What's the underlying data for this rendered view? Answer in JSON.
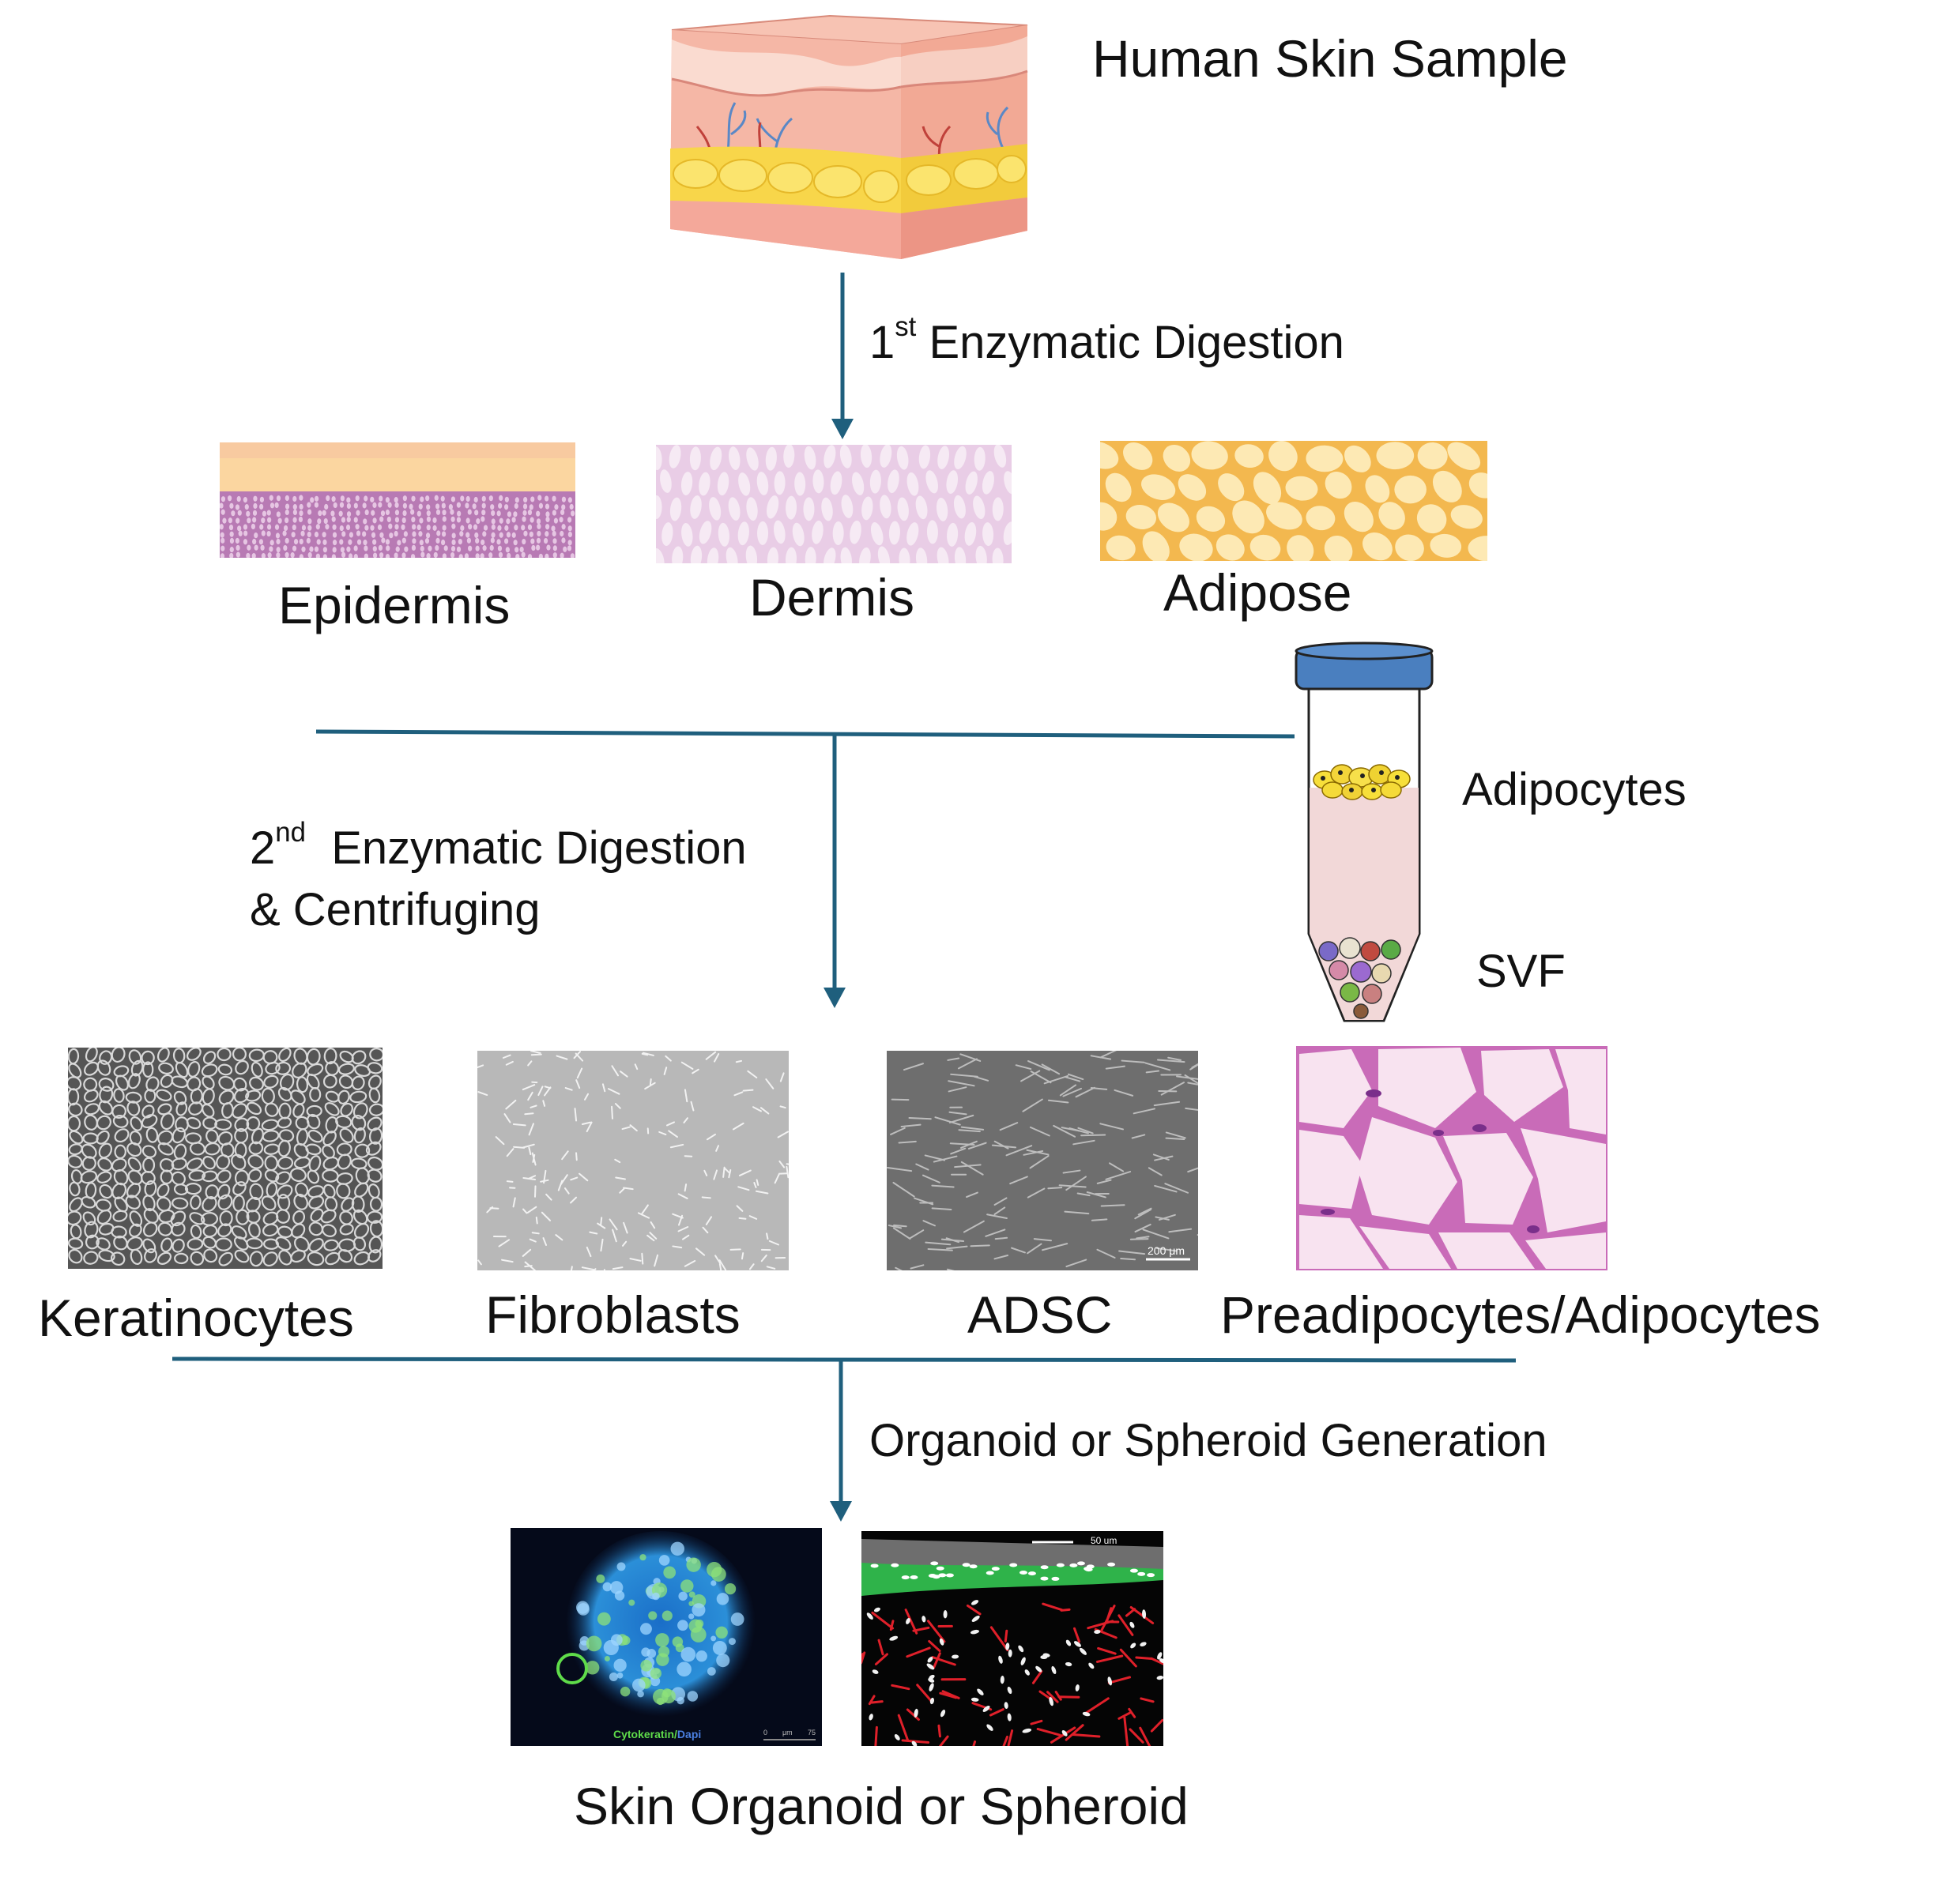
{
  "title": "Human Skin Sample",
  "step1": {
    "prefix": "1",
    "sup": "st",
    "text": " Enzymatic Digestion"
  },
  "layers": {
    "epidermis": "Epidermis",
    "dermis": "Dermis",
    "adipose": "Adipose"
  },
  "tube": {
    "top_label": "Adipocytes",
    "bottom_label": "SVF"
  },
  "step2": {
    "prefix": "2",
    "sup": "nd",
    "text": "  Enzymatic Digestion",
    "line2": "& Centrifuging"
  },
  "cells": {
    "keratinocytes": "Keratinocytes",
    "fibroblasts": "Fibroblasts",
    "adsc": "ADSC",
    "preadipocytes": "Preadipocytes/Adipocytes",
    "adsc_scale": "200 μm"
  },
  "step3": "Organoid or Spheroid Generation",
  "result": {
    "label": "Skin Organoid or Spheroid",
    "stain_green": "Cytokeratin",
    "stain_sep": "/",
    "stain_blue": "Dapi",
    "scale_left": "0",
    "scale_unit": "μm",
    "scale_right": "75",
    "scale_50": "50 um"
  },
  "colors": {
    "connector": "#1f5f7d",
    "tube_cap": "#4a7fbf",
    "stain_green": "#5fdc4a",
    "stain_blue": "#4a7fe0"
  }
}
